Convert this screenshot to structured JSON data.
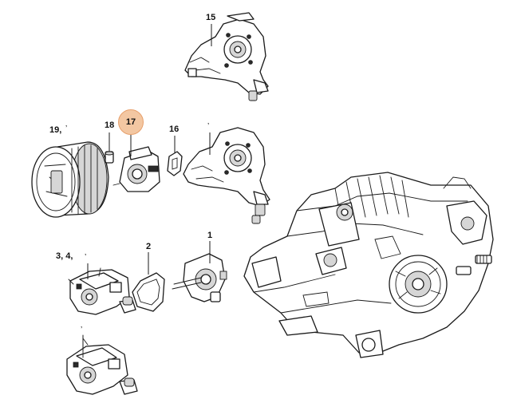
{
  "callouts": [
    {
      "id": "p15",
      "text": "15"
    },
    {
      "id": "p19",
      "text": "19,"
    },
    {
      "id": "p18",
      "text": "18"
    },
    {
      "id": "p17",
      "text": "17"
    },
    {
      "id": "p16",
      "text": "16"
    },
    {
      "id": "p2",
      "text": "2"
    },
    {
      "id": "p1",
      "text": "1"
    },
    {
      "id": "p34",
      "text": "3, 4,"
    }
  ],
  "colors": {
    "highlight_fill": "#f3c7a2",
    "highlight_border": "#e7a06c",
    "line": "#1a1a1a"
  },
  "highlighted_part": "17"
}
